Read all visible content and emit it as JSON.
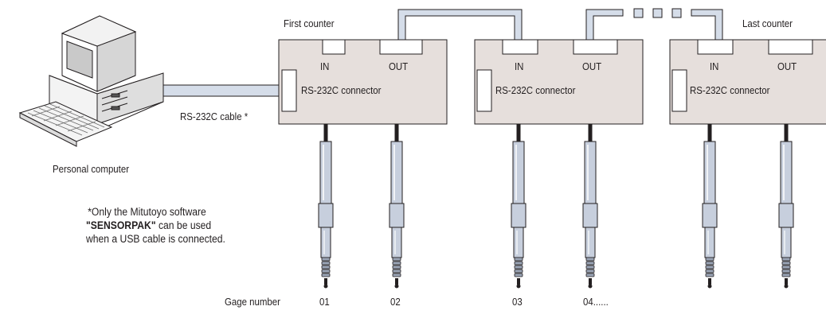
{
  "labels": {
    "first_counter": "First counter",
    "last_counter": "Last counter",
    "personal_computer": "Personal computer",
    "rs232_cable": "RS-232C cable *",
    "gage_number": "Gage number"
  },
  "counters": [
    {
      "in": "IN",
      "out": "OUT",
      "connector": "RS-232C connector"
    },
    {
      "in": "IN",
      "out": "OUT",
      "connector": "RS-232C connector"
    },
    {
      "in": "IN",
      "out": "OUT",
      "connector": "RS-232C connector"
    }
  ],
  "gage_numbers": [
    "01",
    "02",
    "03",
    "04......"
  ],
  "footnote": {
    "line1": "*Only the Mitutoyo software",
    "line2_bold": "\"SENSORPAK\"",
    "line2_rest": " can be used",
    "line3": "when a USB cable is connected."
  },
  "colors": {
    "box_fill": "#e6dfdc",
    "cable_fill": "#d5dde9",
    "gage_fill": "#c7cfdd",
    "outline": "#231f20"
  }
}
